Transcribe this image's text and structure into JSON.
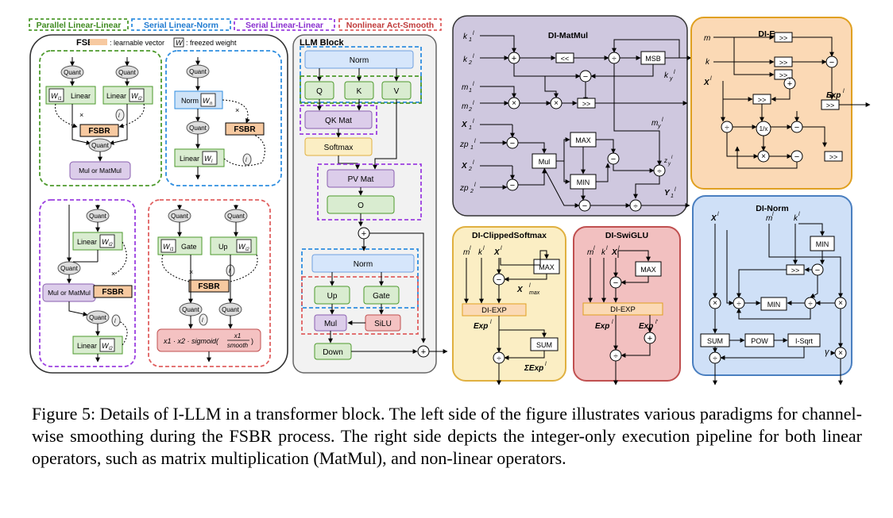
{
  "legend": {
    "parallel": "Parallel Linear-Linear",
    "serial_norm": "Serial Linear-Norm",
    "serial_linear": "Serial Linear-Linear",
    "nonlinear": "Nonlinear Act-Smooth"
  },
  "fsbr": {
    "title": "FSBR",
    "learnable_note": ": learnable vector",
    "weight_glyph": "W",
    "freezed_note": ": freezed weight",
    "quant": "Quant",
    "linear": "Linear",
    "w11": "W",
    "w11_sub": "l1",
    "w12": "W",
    "w12_sub": "l2",
    "wl": "W",
    "wl_sub": "l",
    "wn": "W",
    "wn_sub": "n",
    "norm": "Norm",
    "fsbr_label": "FSBR",
    "mul_or_matmul": "Mul or MatMul",
    "gate": "Gate",
    "up": "Up",
    "l_glyph": "l",
    "x_glyph": "×",
    "act_formula_a": "x1 · x2 · sigmoid(",
    "act_formula_num": "x1",
    "act_formula_den": "smooth",
    "act_formula_b": ")"
  },
  "llm_block": {
    "title": "LLM Block",
    "norm": "Norm",
    "q": "Q",
    "k": "K",
    "v": "V",
    "qk_mat": "QK Mat",
    "softmax": "Softmax",
    "pv_mat": "PV Mat",
    "o": "O",
    "norm2": "Norm",
    "up": "Up",
    "gate": "Gate",
    "mul": "Mul",
    "silu": "SiLU",
    "down": "Down",
    "plus": "+"
  },
  "di_matmul": {
    "title": "DI-MatMul",
    "k1": "k",
    "k1_sub": "1",
    "k2": "k",
    "k2_sub": "2",
    "m1": "m",
    "m1_sub": "1",
    "m2": "m",
    "m2_sub": "2",
    "x1": "X",
    "x1_sub": "1",
    "zp1": "zp",
    "zp1_sub": "1",
    "x2": "X",
    "x2_sub": "2",
    "zp2": "zp",
    "zp2_sub": "2",
    "sup": "l",
    "shl": "<<",
    "shr": ">>",
    "msb": "MSB",
    "max": "MAX",
    "min": "MIN",
    "mul": "Mul",
    "ky": "k",
    "ky_sub": "y",
    "my": "m",
    "my_sub": "y",
    "zy": "z",
    "zy_sub": "y",
    "y1": "Y",
    "y1_sub": "1"
  },
  "di_exp": {
    "title": "DI-Exp",
    "m": "m",
    "k": "k",
    "x": "X",
    "sup": "l",
    "shr": ">>",
    "inv": "1/x",
    "exp": "Exp"
  },
  "di_softmax": {
    "title": "DI-ClippedSoftmax",
    "m": "m",
    "k": "k",
    "x": "X",
    "sup": "l",
    "max": "MAX",
    "xmax": "X",
    "xmax_sub": "max",
    "di_exp": "DI-EXP",
    "exp": "Exp",
    "sum": "SUM",
    "sigma_exp": "ΣExp"
  },
  "di_swiglu": {
    "title": "DI-SwiGLU",
    "m": "m",
    "k": "k",
    "x": "X",
    "sup": "l",
    "max": "MAX",
    "di_exp": "DI-EXP",
    "exp": "Exp",
    "exp2_sup": "l'"
  },
  "di_norm": {
    "title": "DI-Norm",
    "x": "X",
    "m": "m",
    "k": "k",
    "sup": "l",
    "min": "MIN",
    "min2": "MIN",
    "shr": ">>",
    "sum": "SUM",
    "pow": "POW",
    "isqrt": "I-Sqrt",
    "gamma": "γ"
  },
  "caption": "Figure 5: Details of I-LLM in a transformer block. The left side of the figure illustrates various paradigms for channel-wise smoothing during the FSBR process. The right side depicts the integer-only execution pipeline for both linear operators, such as matrix multiplication (MatMul), and non-linear operators."
}
